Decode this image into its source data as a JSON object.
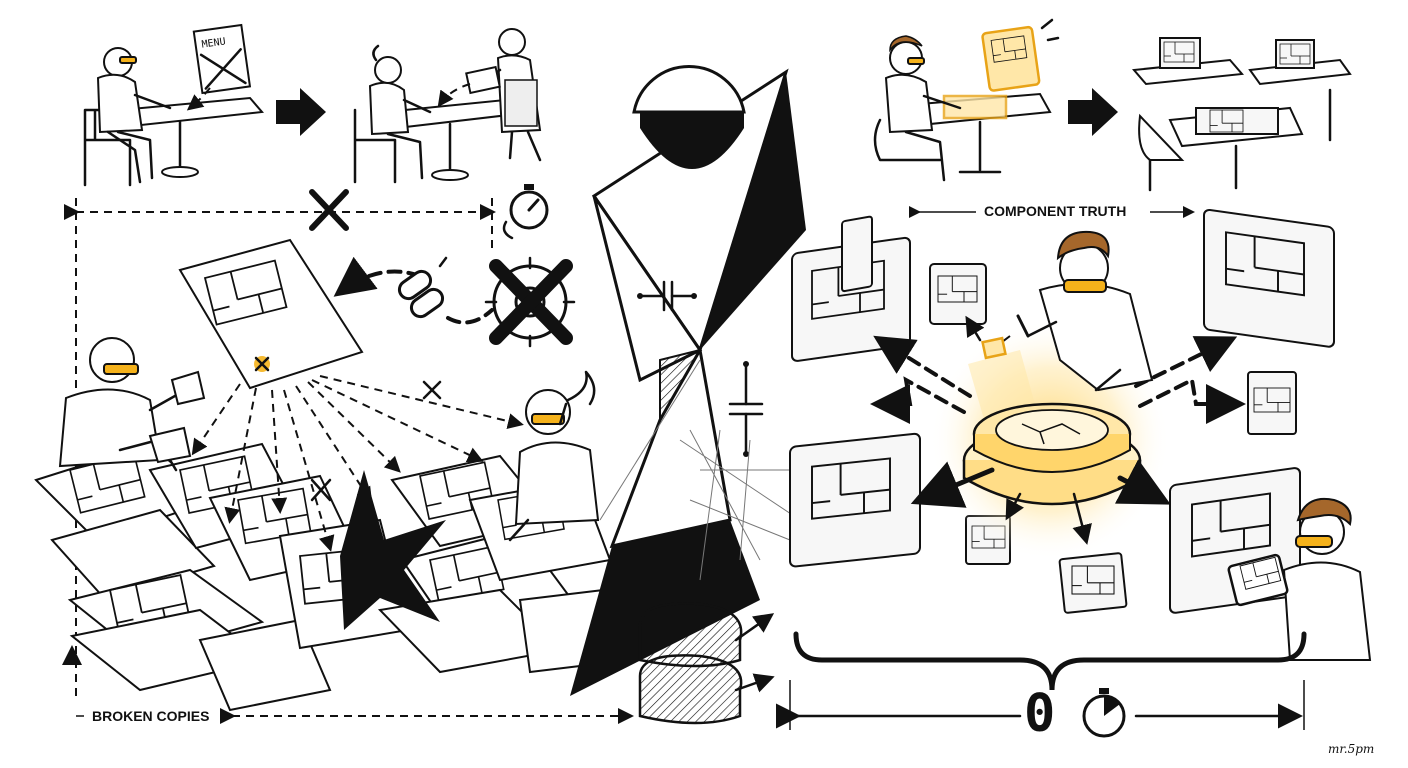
{
  "labels": {
    "broken_copies": "BROKEN COPIES",
    "component_truth": "COMPONENT TRUTH",
    "zero_time": "0",
    "signature": "mr.5pm",
    "menu_paper": "MENU"
  },
  "colors": {
    "ink": "#111111",
    "accent_glow": "#f5b21b",
    "glow_light": "#ffe7a8",
    "paper": "#ffffff"
  },
  "icons": [
    "stopwatch-icon",
    "broken-link-icon",
    "crossed-gear-icon",
    "capacitor-symbol-icon",
    "arrow-right-icon"
  ]
}
